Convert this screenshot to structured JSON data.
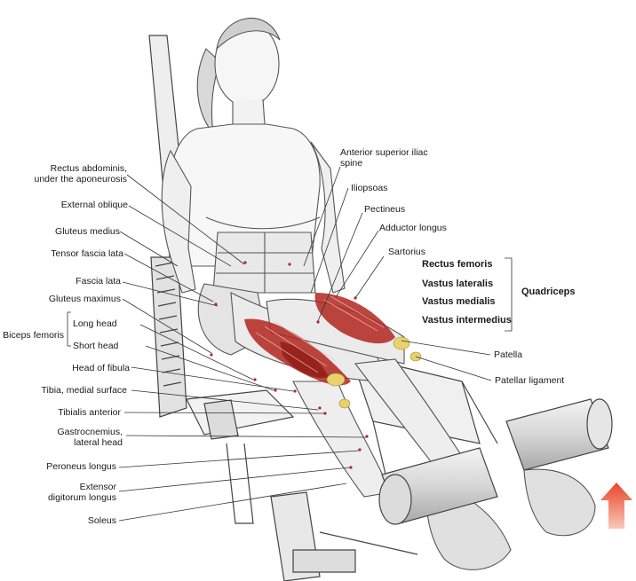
{
  "left_labels": {
    "rectus_abdominis": [
      "Rectus abdominis,",
      "under the aponeurosis"
    ],
    "external_oblique": "External oblique",
    "gluteus_medius": "Gluteus medius",
    "tensor_fascia_lata": "Tensor fascia lata",
    "fascia_lata": "Fascia lata",
    "gluteus_maximus": "Gluteus maximus",
    "biceps_femoris": "Biceps femoris",
    "long_head": "Long head",
    "short_head": "Short head",
    "head_of_fibula": "Head of fibula",
    "tibia_medial_surface": "Tibia, medial surface",
    "tibialis_anterior": "Tibialis anterior",
    "gastrocnemius": [
      "Gastrocnemius,",
      "lateral head"
    ],
    "peroneus_longus": "Peroneus longus",
    "extensor_digitorum_longus": [
      "Extensor",
      "digitorum longus"
    ],
    "soleus": "Soleus"
  },
  "right_labels": {
    "anterior_superior_iliac_spine": [
      "Anterior superior iliac",
      "spine"
    ],
    "iliopsoas": "Iliopsoas",
    "pectineus": "Pectineus",
    "adductor_longus": "Adductor longus",
    "sartorius": "Sartorius",
    "rectus_femoris": "Rectus femoris",
    "vastus_lateralis": "Vastus lateralis",
    "vastus_medialis": "Vastus medialis",
    "vastus_intermedius": "Vastus intermedius",
    "quadriceps": "Quadriceps",
    "patella": "Patella",
    "patellar_ligament": "Patellar ligament"
  },
  "colors": {
    "muscle_highlight": "#b3261e",
    "tendon_highlight": "#e8d36a",
    "arrow": "#e8442a",
    "line": "#333333"
  },
  "icons": {
    "motion_arrow": "up-arrow-icon"
  }
}
